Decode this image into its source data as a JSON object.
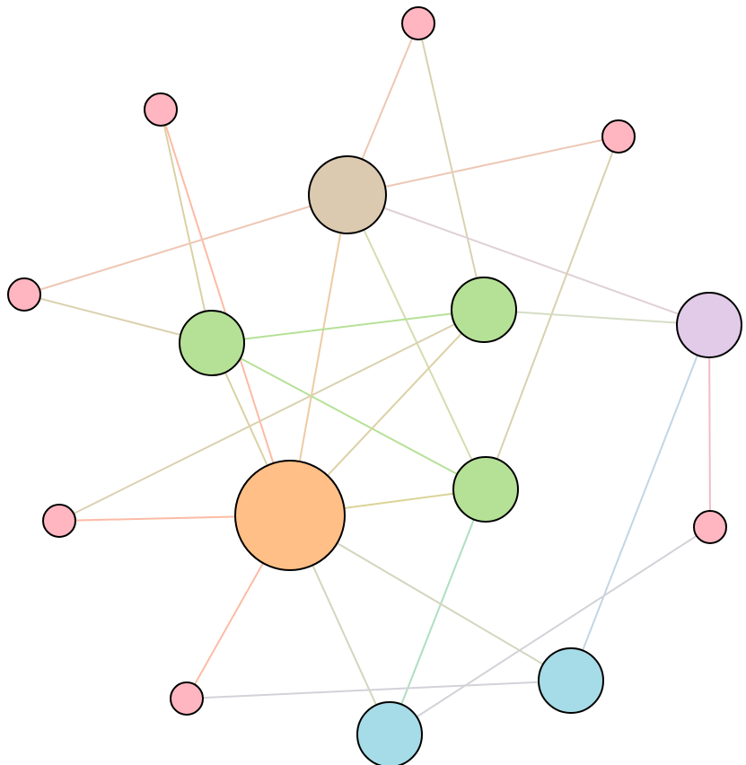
{
  "diagram": {
    "type": "network-graph",
    "node_outline_color": "#000000",
    "nodes": [
      {
        "id": "n1",
        "color": "#ffb6c1",
        "size": "small"
      },
      {
        "id": "n2",
        "color": "#ffb6c1",
        "size": "small"
      },
      {
        "id": "n3",
        "color": "#ffb6c1",
        "size": "small"
      },
      {
        "id": "n4",
        "color": "#dbcab0",
        "size": "large"
      },
      {
        "id": "n5",
        "color": "#ffb6c1",
        "size": "small"
      },
      {
        "id": "n6",
        "color": "#b5e196",
        "size": "medium"
      },
      {
        "id": "n7",
        "color": "#e2cbe9",
        "size": "medium"
      },
      {
        "id": "n8",
        "color": "#b5e196",
        "size": "medium"
      },
      {
        "id": "n9",
        "color": "#b5e196",
        "size": "medium"
      },
      {
        "id": "n10",
        "color": "#ffb6c1",
        "size": "small"
      },
      {
        "id": "n11",
        "color": "#ffbf87",
        "size": "extra-large"
      },
      {
        "id": "n12",
        "color": "#ffb6c1",
        "size": "small"
      },
      {
        "id": "n13",
        "color": "#a6dce7",
        "size": "medium"
      },
      {
        "id": "n14",
        "color": "#ffb6c1",
        "size": "small"
      },
      {
        "id": "n15",
        "color": "#a6dce7",
        "size": "medium"
      }
    ],
    "edges": [
      {
        "source": "n1",
        "target": "n4",
        "color": "#eec7b5"
      },
      {
        "source": "n1",
        "target": "n6",
        "color": "#d9d1b0"
      },
      {
        "source": "n3",
        "target": "n4",
        "color": "#eec7b5"
      },
      {
        "source": "n2",
        "target": "n8",
        "color": "#dbd1a5"
      },
      {
        "source": "n2",
        "target": "n11",
        "color": "#fcbba5"
      },
      {
        "source": "n5",
        "target": "n4",
        "color": "#eec7b5"
      },
      {
        "source": "n5",
        "target": "n8",
        "color": "#dbd1b0"
      },
      {
        "source": "n4",
        "target": "n7",
        "color": "#e0d0d6"
      },
      {
        "source": "n4",
        "target": "n9",
        "color": "#d4ddb0"
      },
      {
        "source": "n4",
        "target": "n11",
        "color": "#eecba4"
      },
      {
        "source": "n3",
        "target": "n9",
        "color": "#d9d1b0"
      },
      {
        "source": "n8",
        "target": "n6",
        "color": "#b5e196"
      },
      {
        "source": "n8",
        "target": "n9",
        "color": "#b5e196"
      },
      {
        "source": "n8",
        "target": "n11",
        "color": "#dbd1a5"
      },
      {
        "source": "n6",
        "target": "n7",
        "color": "#d6ddc6"
      },
      {
        "source": "n6",
        "target": "n10",
        "color": "#dbd1b0"
      },
      {
        "source": "n6",
        "target": "n11",
        "color": "#dbd1a5"
      },
      {
        "source": "n7",
        "target": "n12",
        "color": "#f2bcc6"
      },
      {
        "source": "n7",
        "target": "n13",
        "color": "#c2d6e4"
      },
      {
        "source": "n9",
        "target": "n11",
        "color": "#dad495"
      },
      {
        "source": "n9",
        "target": "n15",
        "color": "#aedfc0"
      },
      {
        "source": "n10",
        "target": "n11",
        "color": "#fcbba5"
      },
      {
        "source": "n11",
        "target": "n13",
        "color": "#d4d5be"
      },
      {
        "source": "n11",
        "target": "n14",
        "color": "#fcbba5"
      },
      {
        "source": "n11",
        "target": "n15",
        "color": "#d4d5be"
      },
      {
        "source": "n12",
        "target": "n15",
        "color": "#d2d2d9"
      },
      {
        "source": "n14",
        "target": "n13",
        "color": "#d2d2d9"
      }
    ]
  }
}
